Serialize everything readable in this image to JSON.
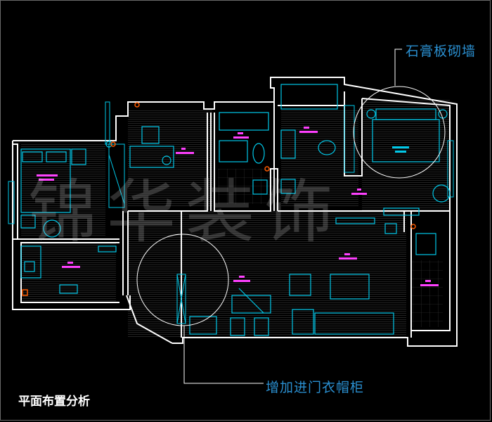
{
  "annotations": {
    "gypsum_wall": "石膏板砌墙",
    "entry_cabinet": "增加进门衣帽柜"
  },
  "title": "平面布置分析",
  "watermark": "锦华装饰",
  "colors": {
    "background": "#000000",
    "wall": "#ffffff",
    "furniture": "#00c8e8",
    "text_magenta": "#ff40ff",
    "annotation": "#2a8fd0",
    "marker": "#ff5a00"
  }
}
